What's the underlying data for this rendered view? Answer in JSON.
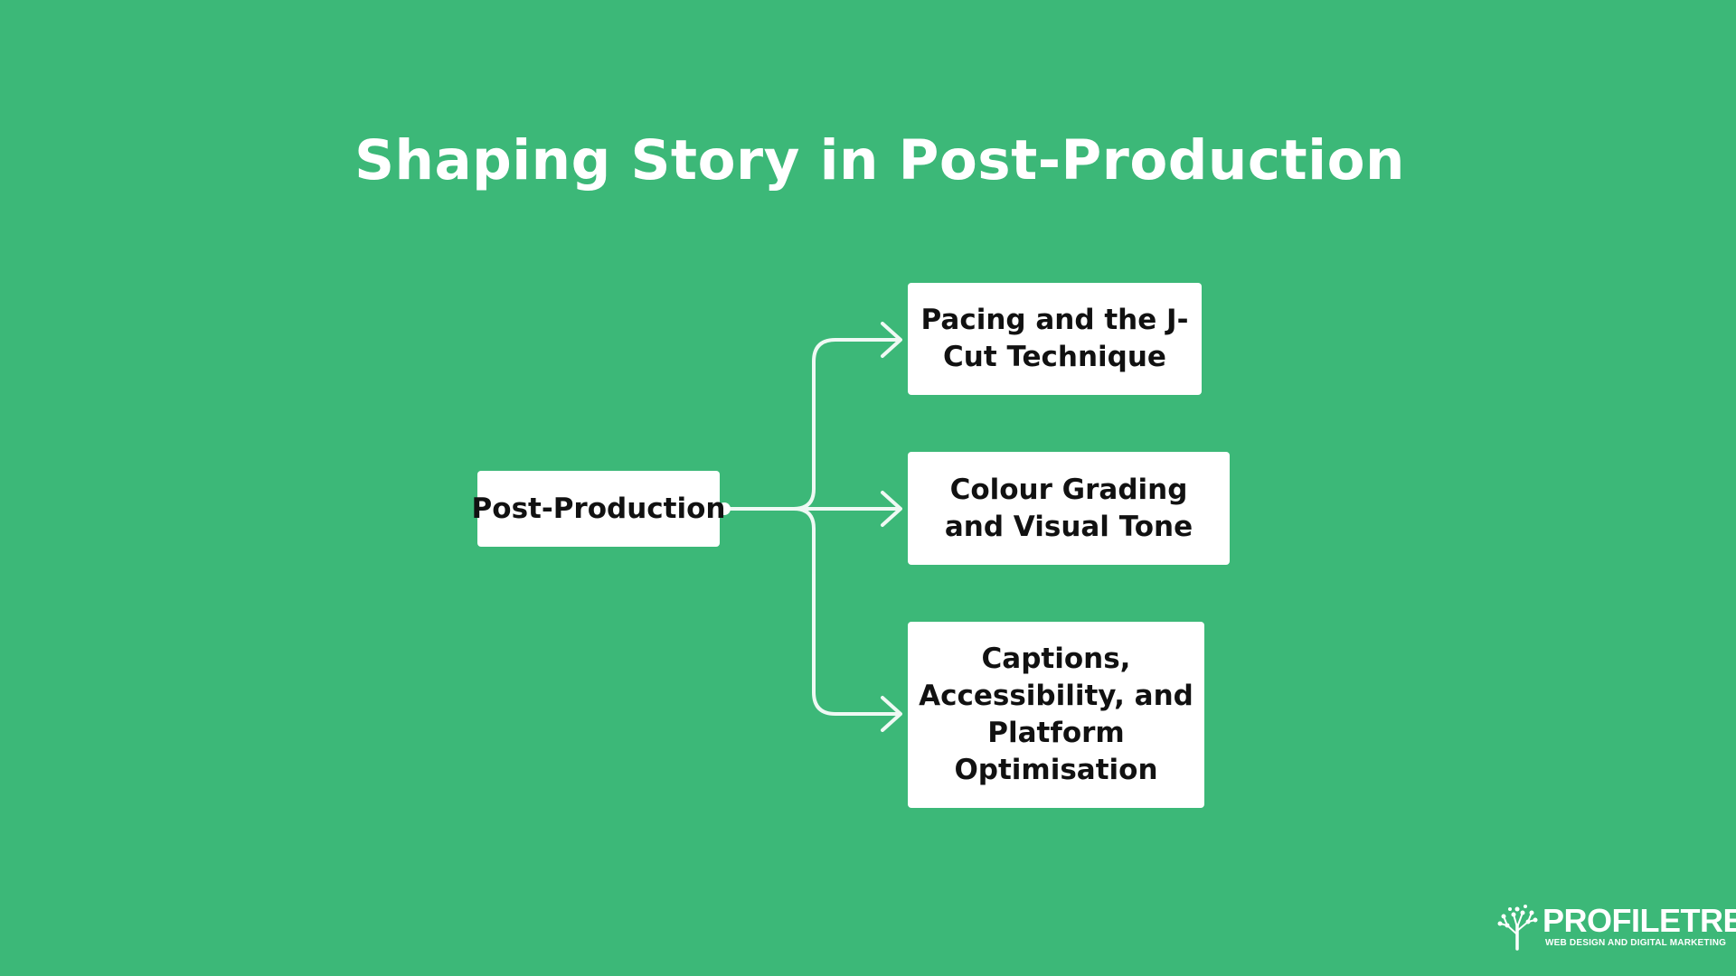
{
  "title": "Shaping Story in Post-Production",
  "diagram": {
    "root": "Post-Production",
    "branches": [
      {
        "lines": [
          "Pacing and the J-",
          "Cut Technique"
        ]
      },
      {
        "lines": [
          "Colour Grading",
          "and Visual Tone"
        ]
      },
      {
        "lines": [
          "Captions,",
          "Accessibility, and",
          "Platform",
          "Optimisation"
        ]
      }
    ]
  },
  "logo": {
    "name": "PROFILETREE",
    "tagline": "WEB DESIGN AND DIGITAL MARKETING"
  },
  "colors": {
    "background": "#3cb878",
    "node": "#ffffff",
    "node_text": "#111111",
    "connector": "#ffffff"
  }
}
